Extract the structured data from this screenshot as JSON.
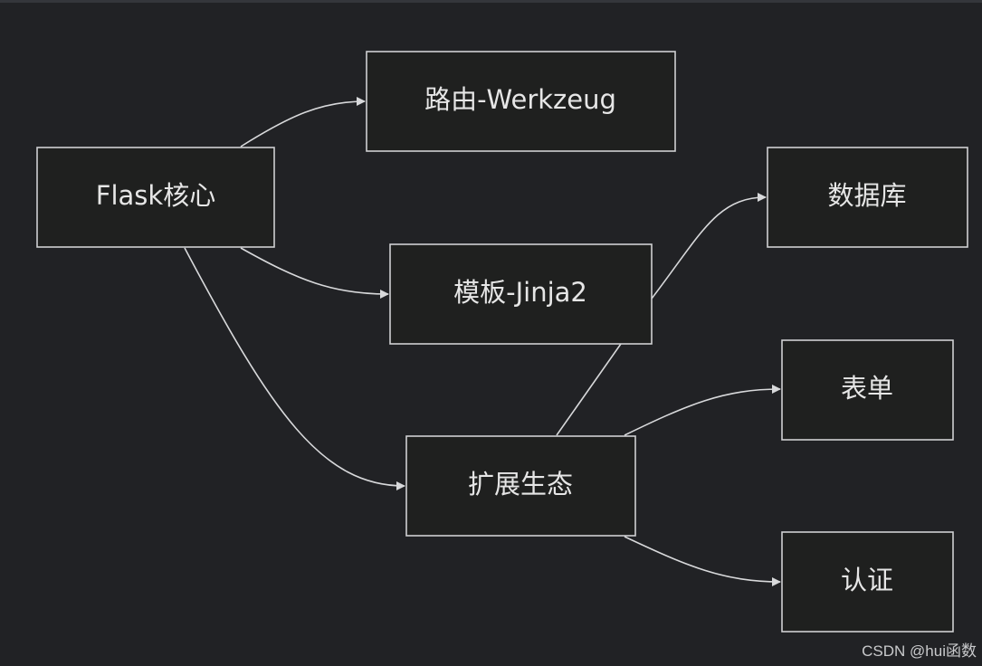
{
  "diagram": {
    "nodes": {
      "flask_core": "Flask核心",
      "routing": "路由-Werkzeug",
      "templates": "模板-Jinja2",
      "extensions": "扩展生态",
      "database": "数据库",
      "forms": "表单",
      "auth": "认证"
    }
  },
  "watermark": "CSDN @hui函数",
  "colors": {
    "background": "#212225",
    "node_fill": "#1f201f",
    "node_stroke": "#cfd0d2",
    "edge": "#d8d9db",
    "text": "#e6e6e6"
  }
}
